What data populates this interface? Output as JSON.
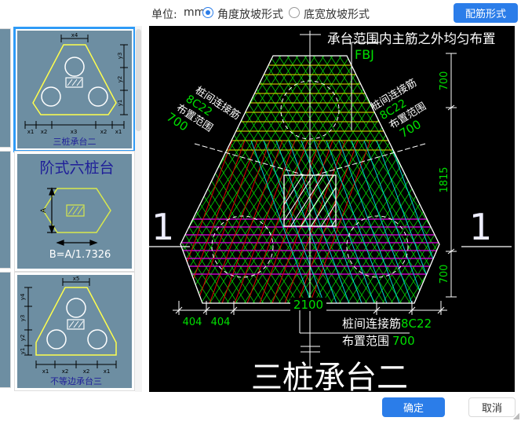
{
  "toolbar": {
    "unit_label": "单位:",
    "unit_value": "mm",
    "radio_angle": "角度放坡形式",
    "radio_width": "底宽放坡形式",
    "config_button": "配筋形式"
  },
  "sidebar": {
    "thumbs": [
      {
        "caption": "三桩承台二",
        "selected": true,
        "top_dim": "x4",
        "right_dims": [
          "y3",
          "y2",
          "y1"
        ],
        "bottom_dims": [
          "x1",
          "x2",
          "x3",
          "x2",
          "x1"
        ]
      },
      {
        "caption": "阶式六桩台",
        "selected": false,
        "dim_a": "A",
        "formula": "B=A/1.7326"
      },
      {
        "caption": "不等边承台三",
        "selected": false,
        "top_dim": "x5",
        "left_dims": [
          "y4",
          "y3",
          "y2",
          "y1"
        ],
        "bottom_dims": [
          "x1",
          "x2",
          "x2",
          "x1"
        ]
      }
    ]
  },
  "canvas": {
    "top_note": "承台范围内主筋之外均匀布置",
    "fbj": "FBJ",
    "left_callout": {
      "l1": "桩间连接筋",
      "l2": "8C22",
      "l3": "布置范围",
      "l4": "700"
    },
    "right_callout": {
      "l1": "桩间连接筋",
      "l2": "8C22",
      "l3": "布置范围",
      "l4": "700"
    },
    "bottom_callout": {
      "rebar_label": "桩间连接筋",
      "rebar_value": "8C22",
      "range_label": "布置范围",
      "range_value": "700"
    },
    "dims": {
      "right_top": "700",
      "right_mid": "1815",
      "right_bottom": "700",
      "bottom_404a": "404",
      "bottom_404b": "404",
      "bottom_2100": "2100"
    },
    "section_marker_left": "1",
    "section_marker_right": "1",
    "title": "三桩承台二"
  },
  "footer": {
    "ok": "确定",
    "cancel": "取消"
  },
  "colors": {
    "accent_blue": "#2b7de9",
    "cad_green": "#00e000",
    "cad_yellow": "#e8e800",
    "cad_magenta": "#e800e8",
    "cad_red": "#e00000",
    "cad_cyan": "#00d4d4",
    "thumb_bg": "#6d8ea2",
    "thumb_caption": "#1f1f99"
  }
}
